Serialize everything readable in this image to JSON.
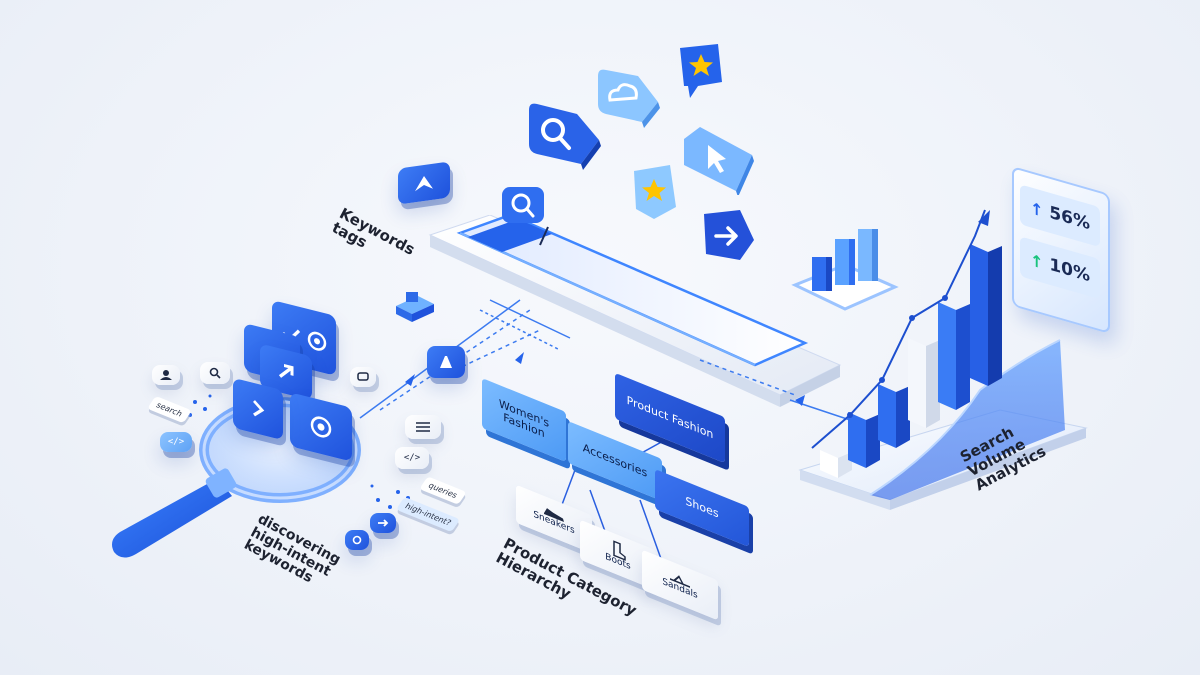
{
  "labels": {
    "keywords_tags": "Keywords tags",
    "discovering": "discovering high-intent keywords",
    "hierarchy": "Product Category Hierarchy",
    "analytics": "Search Volume Analytics"
  },
  "hierarchy": {
    "womens_fashion": "Women's Fashion",
    "product_fashion": "Product Fashion",
    "accessories": "Accessories",
    "shoes": "Shoes",
    "sneakers": "Sneakers",
    "boots": "Boots",
    "sandals": "Sandals"
  },
  "chips": {
    "search": "search",
    "queries": "queries",
    "intent": "high-intent?"
  },
  "stats": [
    {
      "value": "56%",
      "direction": "up"
    },
    {
      "value": "10%",
      "direction": "up"
    }
  ],
  "colors": {
    "primary": "#1f52dc",
    "light": "#6eb0ff",
    "accent_green": "#19c37d",
    "star": "#f5c400"
  }
}
